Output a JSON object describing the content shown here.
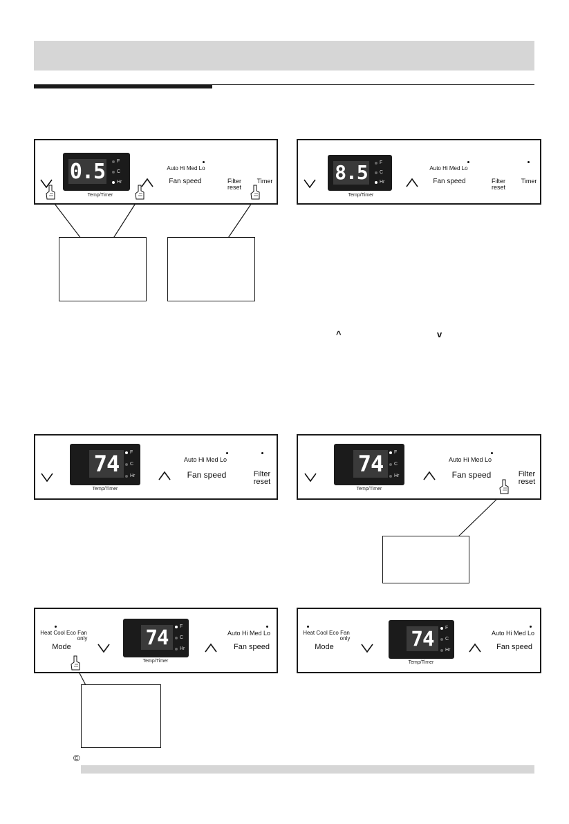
{
  "panel1": {
    "display": "0.5",
    "indicators": [
      "F",
      "C",
      "Hr"
    ],
    "active_indicator": "Hr",
    "display_label": "Temp/Timer",
    "fan_speeds": "Auto Hi Med Lo",
    "fan_speed_label": "Fan speed",
    "filter_reset_line1": "Filter",
    "filter_reset_line2": "reset",
    "timer_label": "Timer"
  },
  "panel2": {
    "display": "8.5",
    "indicators": [
      "F",
      "C",
      "Hr"
    ],
    "active_indicator": "Hr",
    "display_label": "Temp/Timer",
    "fan_speeds": "Auto Hi Med Lo",
    "fan_speed_label": "Fan speed",
    "filter_reset_line1": "Filter",
    "filter_reset_line2": "reset",
    "timer_label": "Timer"
  },
  "inline_symbols": {
    "up": "^",
    "down": "v"
  },
  "panel3": {
    "display": "74",
    "indicators": [
      "F",
      "C",
      "Hr"
    ],
    "active_indicator": "F",
    "display_label": "Temp/Timer",
    "fan_speeds": "Auto Hi Med Lo",
    "fan_speed_label": "Fan speed",
    "filter_reset_line1": "Filter",
    "filter_reset_line2": "reset"
  },
  "panel4": {
    "display": "74",
    "indicators": [
      "F",
      "C",
      "Hr"
    ],
    "active_indicator": "F",
    "display_label": "Temp/Timer",
    "fan_speeds": "Auto Hi Med Lo",
    "fan_speed_label": "Fan speed",
    "filter_reset_line1": "Filter",
    "filter_reset_line2": "reset"
  },
  "panel5": {
    "modes": "Heat Cool Eco",
    "mode_fan_line1": "Fan",
    "mode_fan_line2": "only",
    "mode_label": "Mode",
    "display": "74",
    "indicators": [
      "F",
      "C",
      "Hr"
    ],
    "active_indicator": "F",
    "display_label": "Temp/Timer",
    "fan_speeds": "Auto Hi Med Lo",
    "fan_speed_label": "Fan speed"
  },
  "panel6": {
    "modes": "Heat Cool Eco",
    "mode_fan_line1": "Fan",
    "mode_fan_line2": "only",
    "mode_label": "Mode",
    "display": "74",
    "indicators": [
      "F",
      "C",
      "Hr"
    ],
    "active_indicator": "F",
    "display_label": "Temp/Timer",
    "fan_speeds": "Auto Hi Med Lo",
    "fan_speed_label": "Fan speed"
  },
  "footer": {
    "copyright_symbol": "©"
  }
}
